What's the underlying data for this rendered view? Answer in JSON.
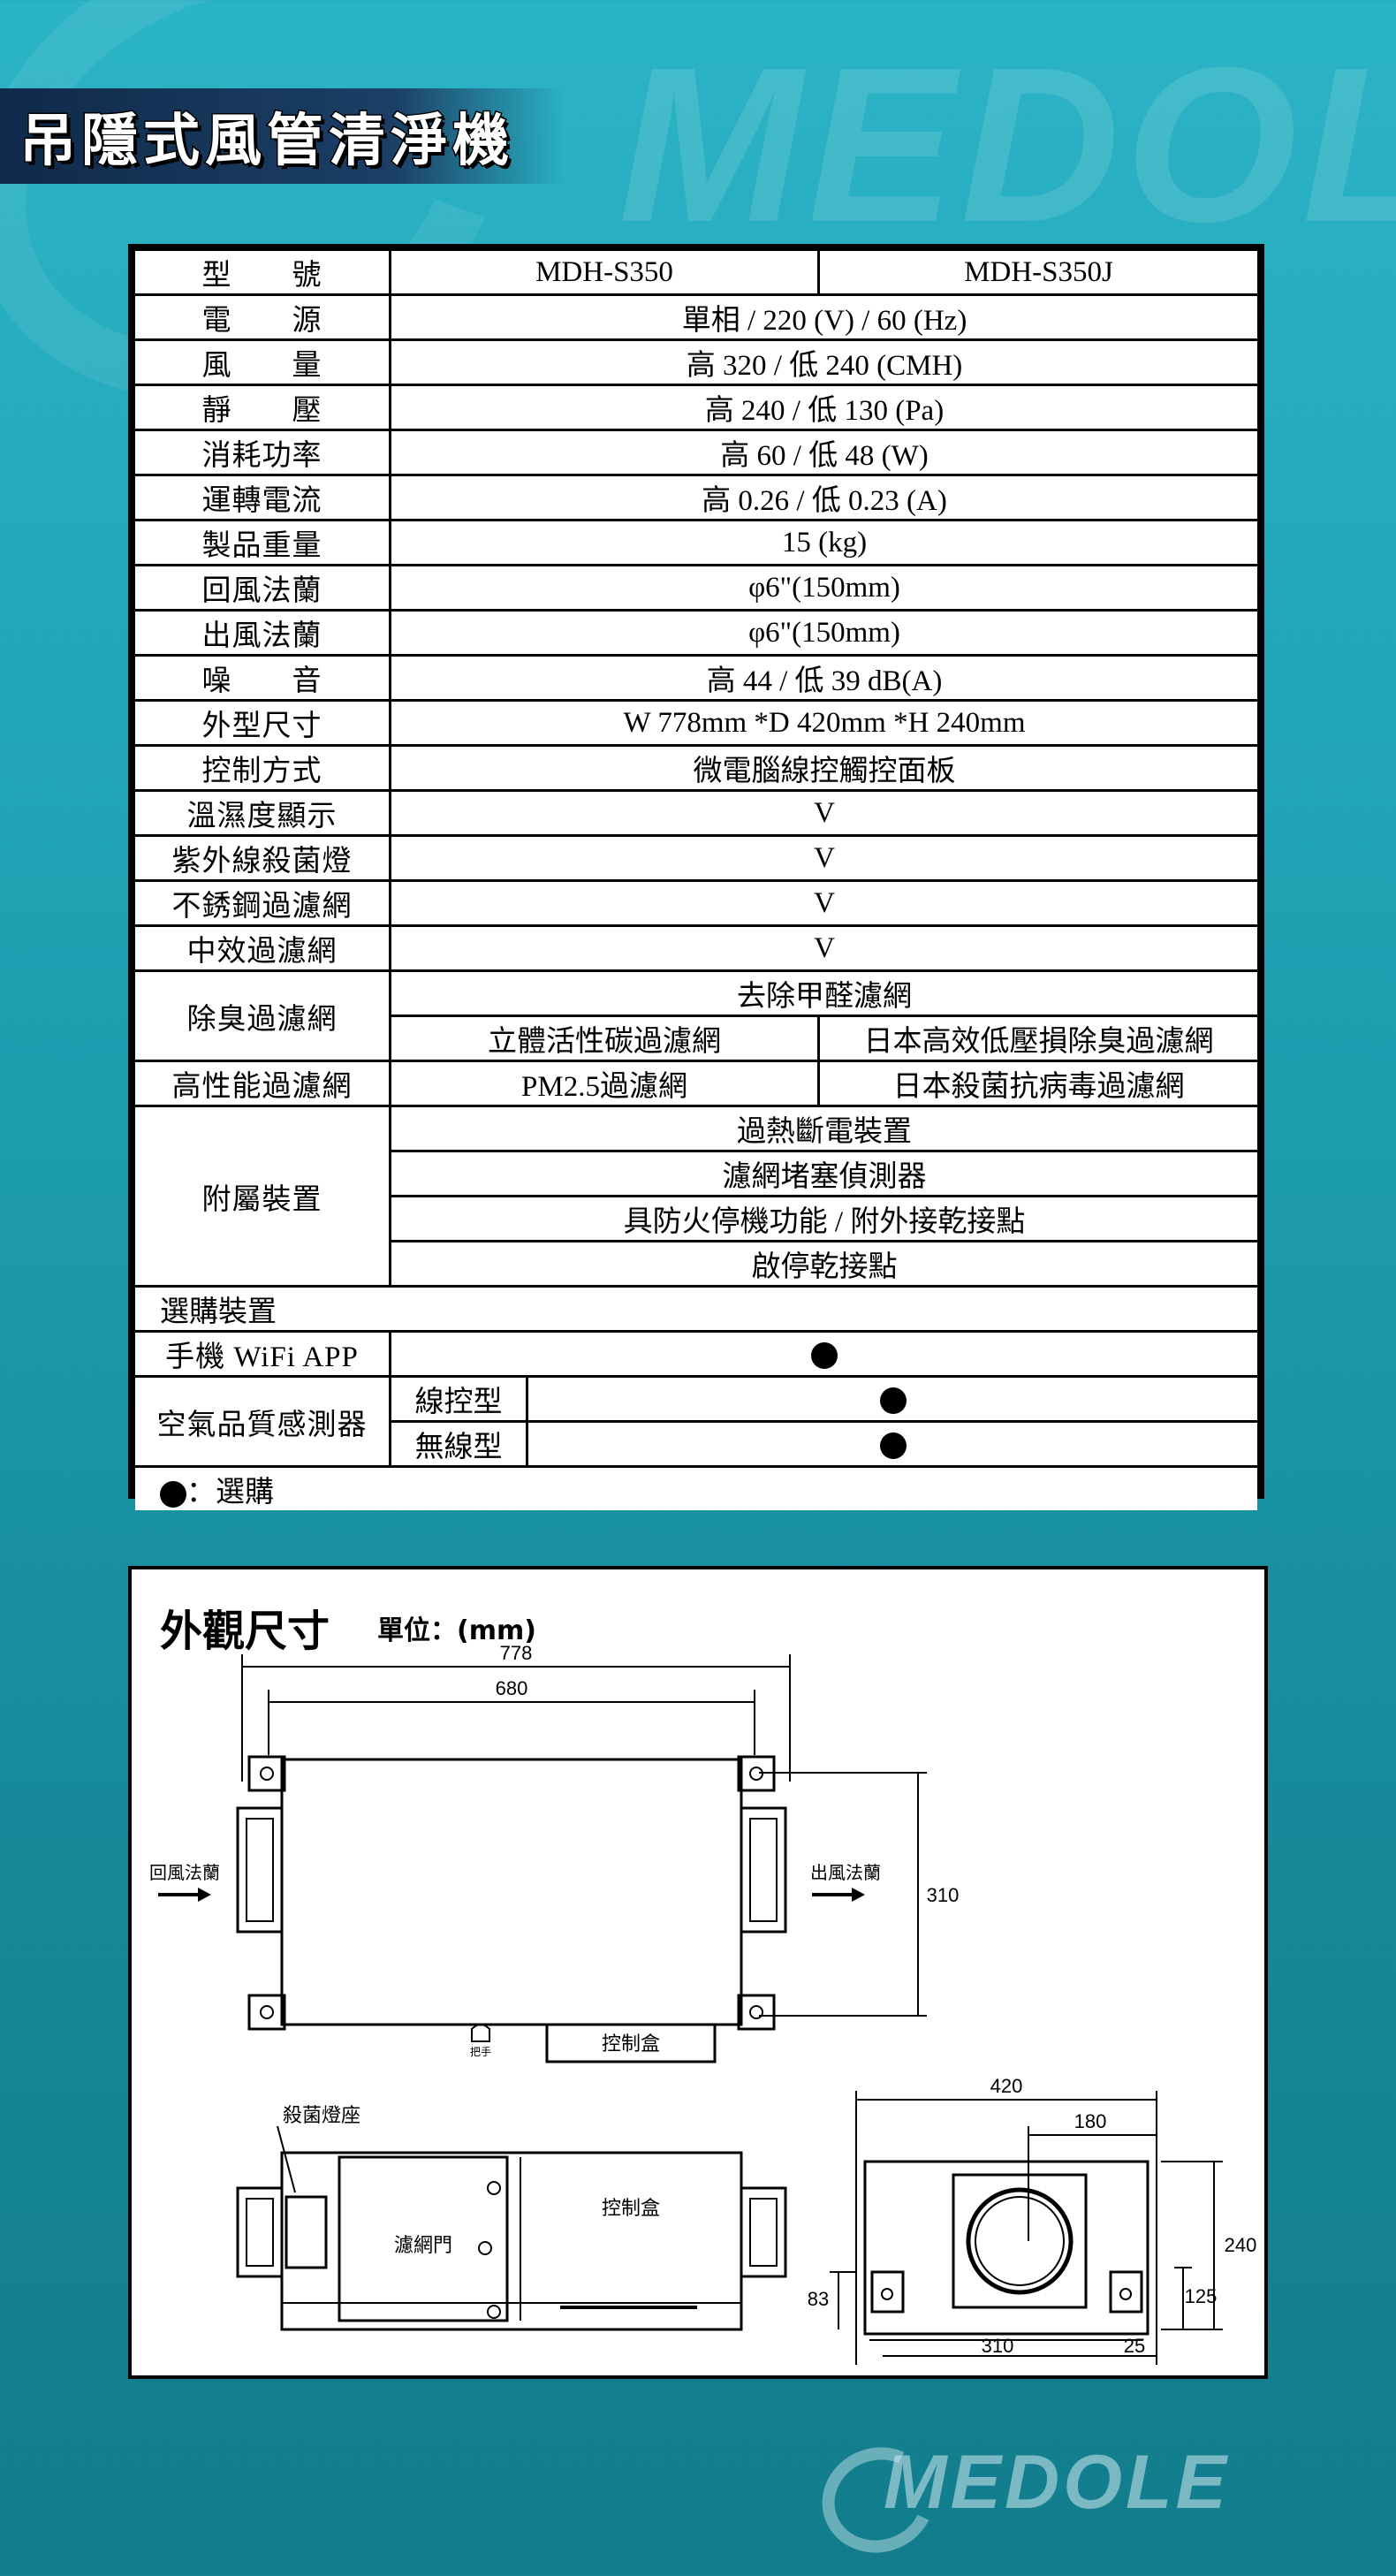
{
  "brand": {
    "watermark_top": "MEDOLE",
    "logo": "MEDOLE"
  },
  "page_title": "吊隱式風管清淨機",
  "spec": {
    "model_label": "型　　號",
    "models": [
      "MDH-S350",
      "MDH-S350J"
    ],
    "rows": [
      {
        "label": "電　　源",
        "value": "單相 / 220 (V) / 60 (Hz)"
      },
      {
        "label": "風　　量",
        "value": "高  320   /  低  240  (CMH)"
      },
      {
        "label": "靜　　壓",
        "value": "高 240   /  低  130  (Pa)"
      },
      {
        "label": "消耗功率",
        "value": "高  60    /  低    48   (W)"
      },
      {
        "label": "運轉電流",
        "value": "高  0.26 /  低   0.23 (A)"
      },
      {
        "label": "製品重量",
        "value": "15  (kg)"
      },
      {
        "label": "回風法蘭",
        "value": "φ6\"(150mm)"
      },
      {
        "label": "出風法蘭",
        "value": "φ6\"(150mm)"
      },
      {
        "label": "噪　　音",
        "value": "高   44  /  低  39  dB(A)"
      },
      {
        "label": "外型尺寸",
        "value": "W 778mm *D 420mm *H 240mm"
      },
      {
        "label": "控制方式",
        "value": "微電腦線控觸控面板"
      },
      {
        "label": "溫濕度顯示",
        "value": "V"
      },
      {
        "label": "紫外線殺菌燈",
        "value": "V"
      },
      {
        "label": "不銹鋼過濾網",
        "value": "V"
      },
      {
        "label": "中效過濾網",
        "value": "V"
      }
    ],
    "deodor": {
      "label": "除臭過濾網",
      "top": "去除甲醛濾網",
      "left": "立體活性碳過濾網",
      "right": "日本高效低壓損除臭過濾網"
    },
    "hepa": {
      "label": "高性能過濾網",
      "left": "PM2.5過濾網",
      "right": "日本殺菌抗病毒過濾網"
    },
    "accessory": {
      "label": "附屬裝置",
      "items": [
        "過熱斷電裝置",
        "濾網堵塞偵測器",
        "具防火停機功能 / 附外接乾接點",
        "啟停乾接點"
      ]
    },
    "optional": {
      "section_label": "選購裝置",
      "wifi_label": "手機 WiFi APP",
      "aq_label": "空氣品質感測器",
      "aq_wired": "線控型",
      "aq_wireless": "無線型"
    },
    "legend_text": "：選購"
  },
  "dims": {
    "title": "外觀尺寸",
    "unit": "單位：(mm)",
    "top_view": {
      "overall": "778",
      "mount": "680",
      "height": "310",
      "return_label": "回風法蘭",
      "supply_label": "出風法蘭",
      "control_box": "控制盒",
      "handle": "把手"
    },
    "front_view": {
      "lamp_label": "殺菌燈座",
      "filter_door": "濾網門",
      "control_box": "控制盒"
    },
    "side_view": {
      "depth": "420",
      "center": "180",
      "height": "240",
      "flange_h": "125",
      "bottom": "83",
      "width": "310",
      "edge": "25"
    }
  },
  "colors": {
    "bg_top": "#2bb4c6",
    "bg_bottom": "#127c8c",
    "title_bar": "#0f2a4a"
  }
}
